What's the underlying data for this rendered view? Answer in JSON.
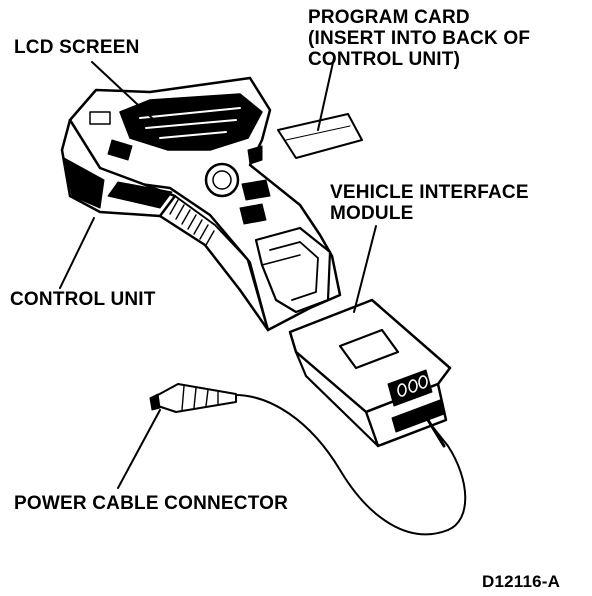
{
  "labels": {
    "lcd_screen": "LCD SCREEN",
    "program_card_line1": "PROGRAM CARD",
    "program_card_line2": "(INSERT INTO BACK OF",
    "program_card_line3": "CONTROL UNIT)",
    "vim_line1": "VEHICLE INTERFACE",
    "vim_line2": "MODULE",
    "control_unit": "CONTROL UNIT",
    "power_cable_connector": "POWER CABLE CONNECTOR",
    "figure_id": "D12116-A"
  },
  "colors": {
    "ink": "#000000",
    "paper": "#ffffff"
  }
}
